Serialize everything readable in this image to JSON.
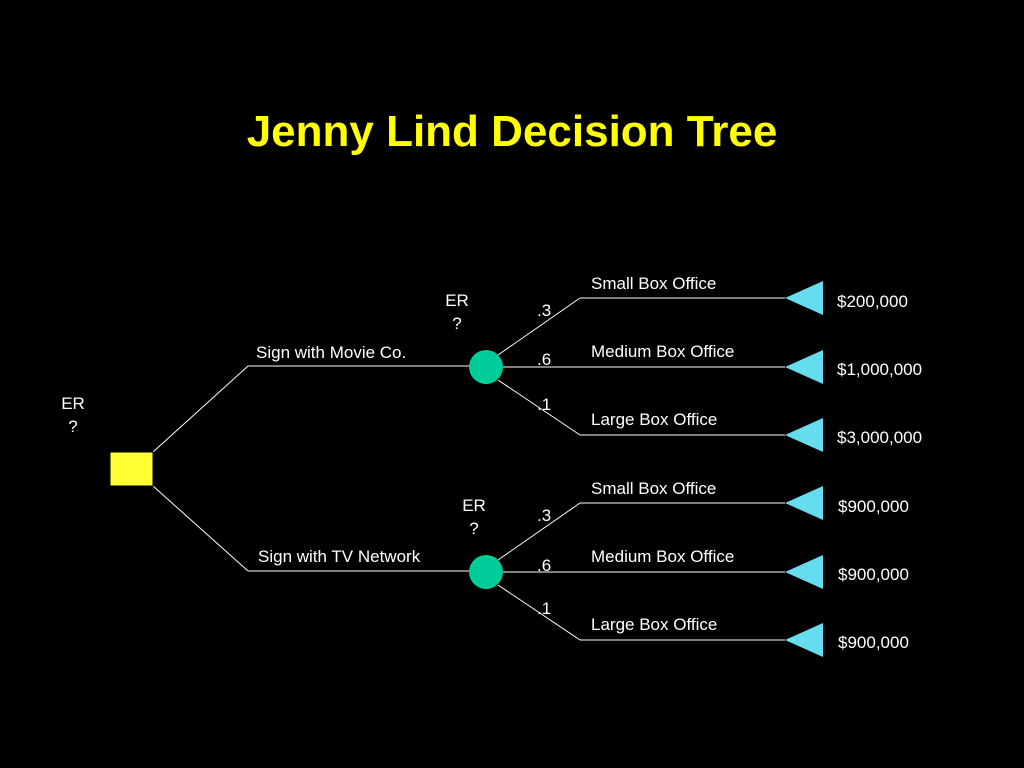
{
  "title": "Jenny Lind Decision Tree",
  "colors": {
    "background": "#000000",
    "title": "#FFFF00",
    "decision_node": "#FFFF33",
    "chance_node": "#00CC99",
    "terminal_node": "#66DDEE",
    "line": "#FFFFFF",
    "text": "#FFFFFF"
  },
  "root": {
    "er_label": "ER",
    "er_value": "?"
  },
  "branches": [
    {
      "label": "Sign with Movie Co.",
      "er_label": "ER",
      "er_value": "?",
      "outcomes": [
        {
          "probability": ".3",
          "label": "Small Box Office",
          "payoff": "$200,000"
        },
        {
          "probability": ".6",
          "label": "Medium Box Office",
          "payoff": "$1,000,000"
        },
        {
          "probability": ".1",
          "label": "Large Box Office",
          "payoff": "$3,000,000"
        }
      ]
    },
    {
      "label": "Sign with TV Network",
      "er_label": "ER",
      "er_value": "?",
      "outcomes": [
        {
          "probability": ".3",
          "label": "Small Box Office",
          "payoff": "$900,000"
        },
        {
          "probability": ".6",
          "label": "Medium Box Office",
          "payoff": "$900,000"
        },
        {
          "probability": ".1",
          "label": "Large Box Office",
          "payoff": "$900,000"
        }
      ]
    }
  ]
}
